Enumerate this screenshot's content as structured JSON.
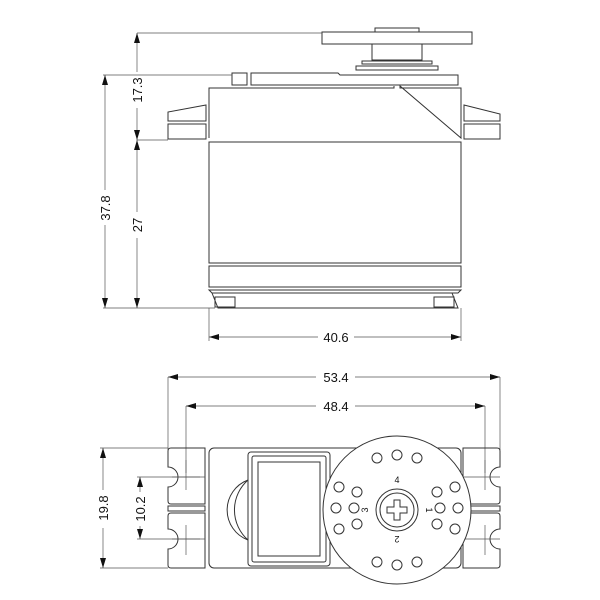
{
  "drawing": {
    "side_view": {
      "dimensions": {
        "total_height": "37.8",
        "top_section": "17.3",
        "body_height": "27",
        "body_width": "40.6"
      }
    },
    "top_view": {
      "dimensions": {
        "overall_length": "53.4",
        "mount_hole_spacing": "48.4",
        "width": "19.8",
        "mount_hole_vertical_spacing": "10.2"
      },
      "horn_labels": [
        "4",
        "1",
        "2",
        "3"
      ]
    }
  }
}
